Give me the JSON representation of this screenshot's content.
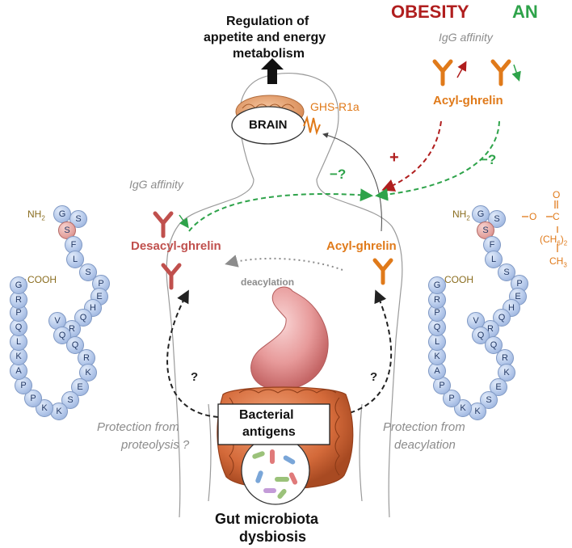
{
  "labels": {
    "obesity": "OBESITY",
    "an": "AN",
    "regulation_line1": "Regulation of",
    "regulation_line2": "appetite and energy",
    "regulation_line3": "metabolism",
    "igg_affinity_top": "IgG affinity",
    "igg_affinity_left": "IgG affinity",
    "acyl_ghrelin_top": "Acyl-ghrelin",
    "brain": "BRAIN",
    "ghs_r1a": "GHS-R1a",
    "plus": "+",
    "minus_q_right": "−?",
    "minus_q_center": "−?",
    "desacyl_ghrelin": "Desacyl-ghrelin",
    "acyl_ghrelin_mid": "Acyl-ghrelin",
    "deacylation": "deacylation",
    "q_left": "?",
    "q_right": "?",
    "protection_left_1": "Protection from",
    "protection_left_2": "proteolysis ?",
    "protection_right_1": "Protection from",
    "protection_right_2": "deacylation",
    "bacterial_1": "Bacterial",
    "bacterial_2": "antigens",
    "gut_1": "Gut microbiota",
    "gut_2": "dysbiosis",
    "nh2_left": "NH",
    "nh2_right": "NH",
    "sub2": "2",
    "cooh_left": "COOH",
    "cooh_right": "COOH",
    "ester_o": "O",
    "ester_c": "C",
    "ester_chain": "(CH",
    "ester_chain_sub": "6",
    "ester_chain_close": ")",
    "ester_chain_sub2": "2",
    "ester_ch3": "CH",
    "ester_ch3_sub": "3"
  },
  "peptide_sequence": [
    "G",
    "S",
    "S",
    "F",
    "L",
    "S",
    "P",
    "E",
    "H",
    "Q",
    "R",
    "V",
    "Q",
    "Q",
    "R",
    "K",
    "E",
    "S",
    "K",
    "K",
    "P",
    "P",
    "A",
    "K",
    "L",
    "Q",
    "P",
    "R",
    "G"
  ],
  "colors": {
    "obesity": "#b01e1e",
    "an": "#2ea34a",
    "acyl": "#e07a1a",
    "desacyl": "#c0504d",
    "ghs": "#e07a1a",
    "grey_text": "#8c8c8c",
    "residue_text": "#243a66",
    "olive": "#8a6d1f"
  },
  "icons": [
    "arrow-up-icon",
    "antibody-icon",
    "brain-icon",
    "stomach-icon",
    "intestine-icon",
    "microbiota-icon",
    "receptor-icon"
  ]
}
